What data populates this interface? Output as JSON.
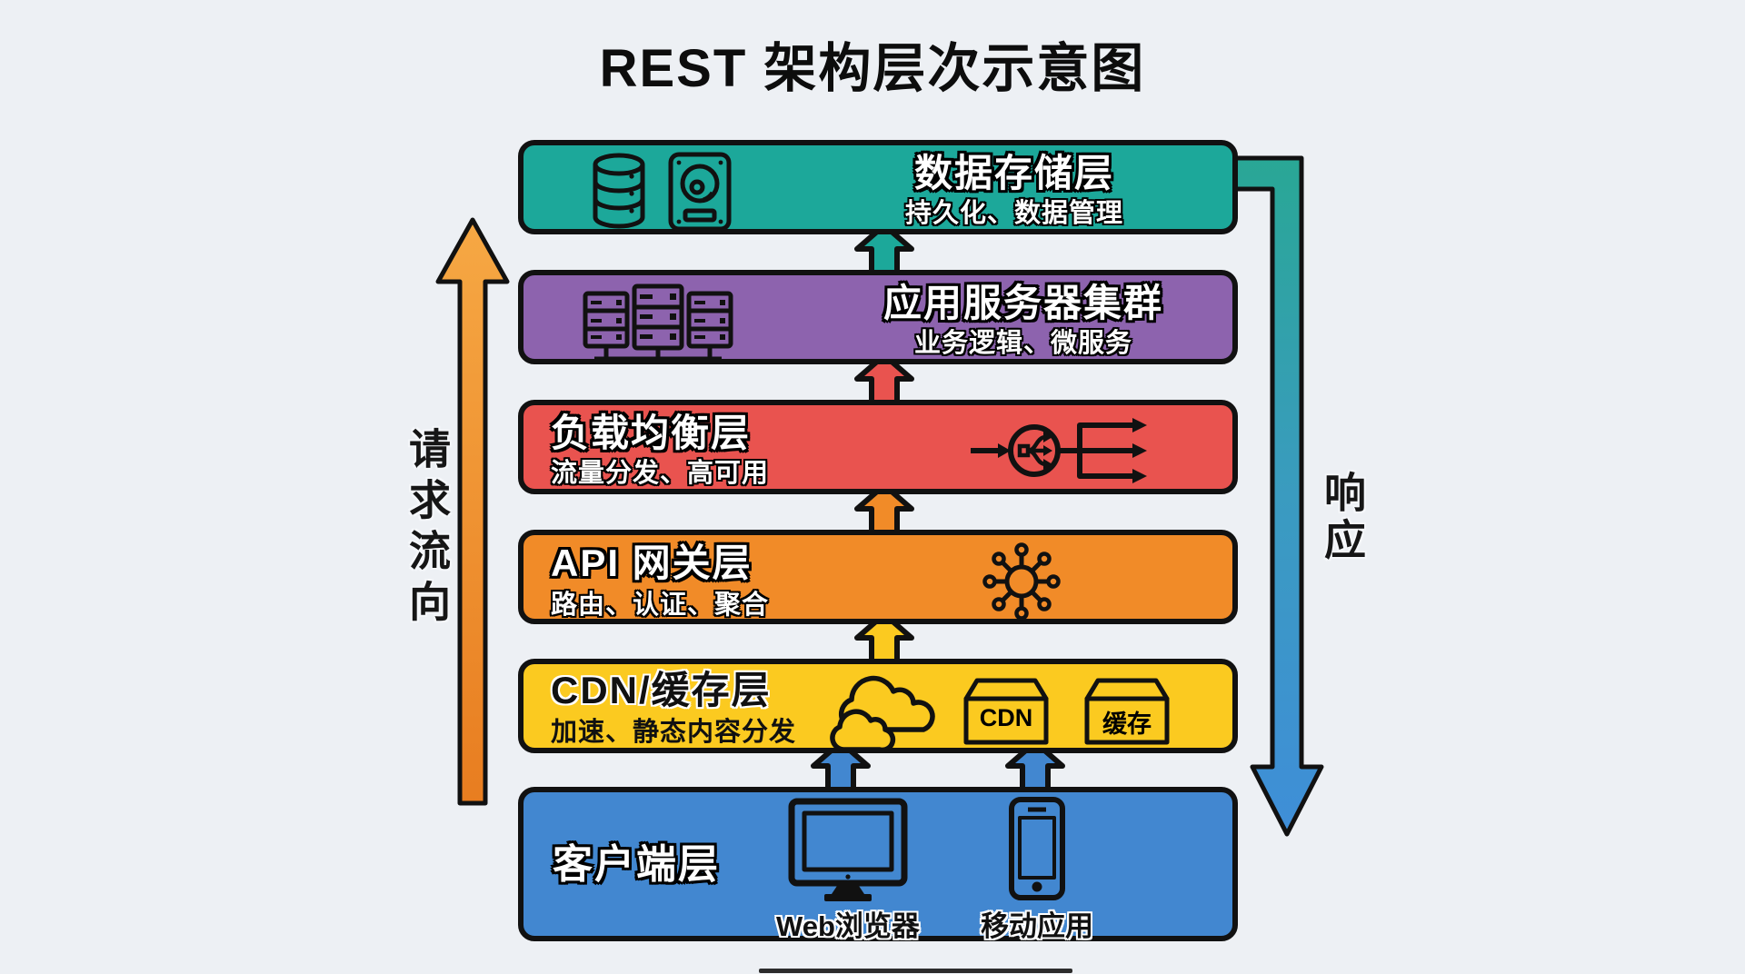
{
  "title": "REST 架构层次示意图",
  "flow": {
    "request_label": "请求流向",
    "response_label": "响应",
    "request_arrow_color": "#f0913a",
    "response_arrow_top_color": "#29a795",
    "response_arrow_bottom_color": "#3f8ed8"
  },
  "layers": {
    "storage": {
      "title": "数据存储层",
      "subtitle": "持久化、数据管理",
      "color": "#1ca89a",
      "icons": [
        "database-icon",
        "hard-disk-icon"
      ]
    },
    "app_servers": {
      "title": "应用服务器集群",
      "subtitle": "业务逻辑、微服务",
      "color": "#8d63ae",
      "icons": [
        "server-cluster-icon"
      ]
    },
    "load_balancer": {
      "title": "负载均衡层",
      "subtitle": "流量分发、高可用",
      "color": "#e9534f",
      "icons": [
        "load-balancer-icon"
      ]
    },
    "api_gateway": {
      "title": "API 网关层",
      "subtitle": "路由、认证、聚合",
      "color": "#f18b28",
      "icons": [
        "hub-icon"
      ]
    },
    "cdn_cache": {
      "title": "CDN/缓存层",
      "subtitle": "加速、静态内容分发",
      "color": "#fbca20",
      "cdn_box_label": "CDN",
      "cache_box_label": "缓存",
      "icons": [
        "cloud-icon",
        "cdn-package-icon",
        "cache-package-icon"
      ]
    },
    "client": {
      "title": "客户端层",
      "color": "#4287d0",
      "web_label": "Web浏览器",
      "mobile_label": "移动应用",
      "icons": [
        "monitor-icon",
        "smartphone-icon"
      ]
    }
  },
  "inter_arrows": {
    "to_storage": "#1ca89a",
    "to_app_servers": "#e9534f",
    "to_load_balancer": "#f18b28",
    "to_api_gateway": "#fbca20",
    "to_cdn_from_web": "#4287d0",
    "to_cdn_from_mobile": "#4287d0"
  },
  "background_color": "#edf0f4"
}
